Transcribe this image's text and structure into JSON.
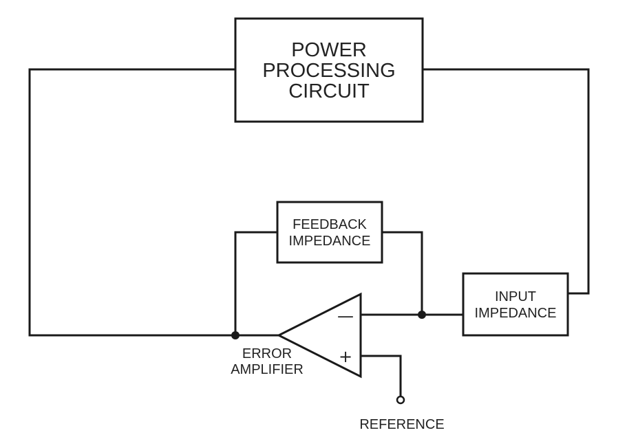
{
  "blocks": {
    "power": {
      "lines": [
        "POWER",
        "PROCESSING",
        "CIRCUIT"
      ]
    },
    "feedback": {
      "lines": [
        "FEEDBACK",
        "IMPEDANCE"
      ]
    },
    "input": {
      "lines": [
        "INPUT",
        "IMPEDANCE"
      ]
    }
  },
  "amplifier": {
    "lines": [
      "ERROR",
      "AMPLIFIER"
    ],
    "minus": "—",
    "plus": "+"
  },
  "reference": {
    "label": "REFERENCE"
  },
  "colors": {
    "ink": "#1a1a1a",
    "background": "#ffffff"
  }
}
